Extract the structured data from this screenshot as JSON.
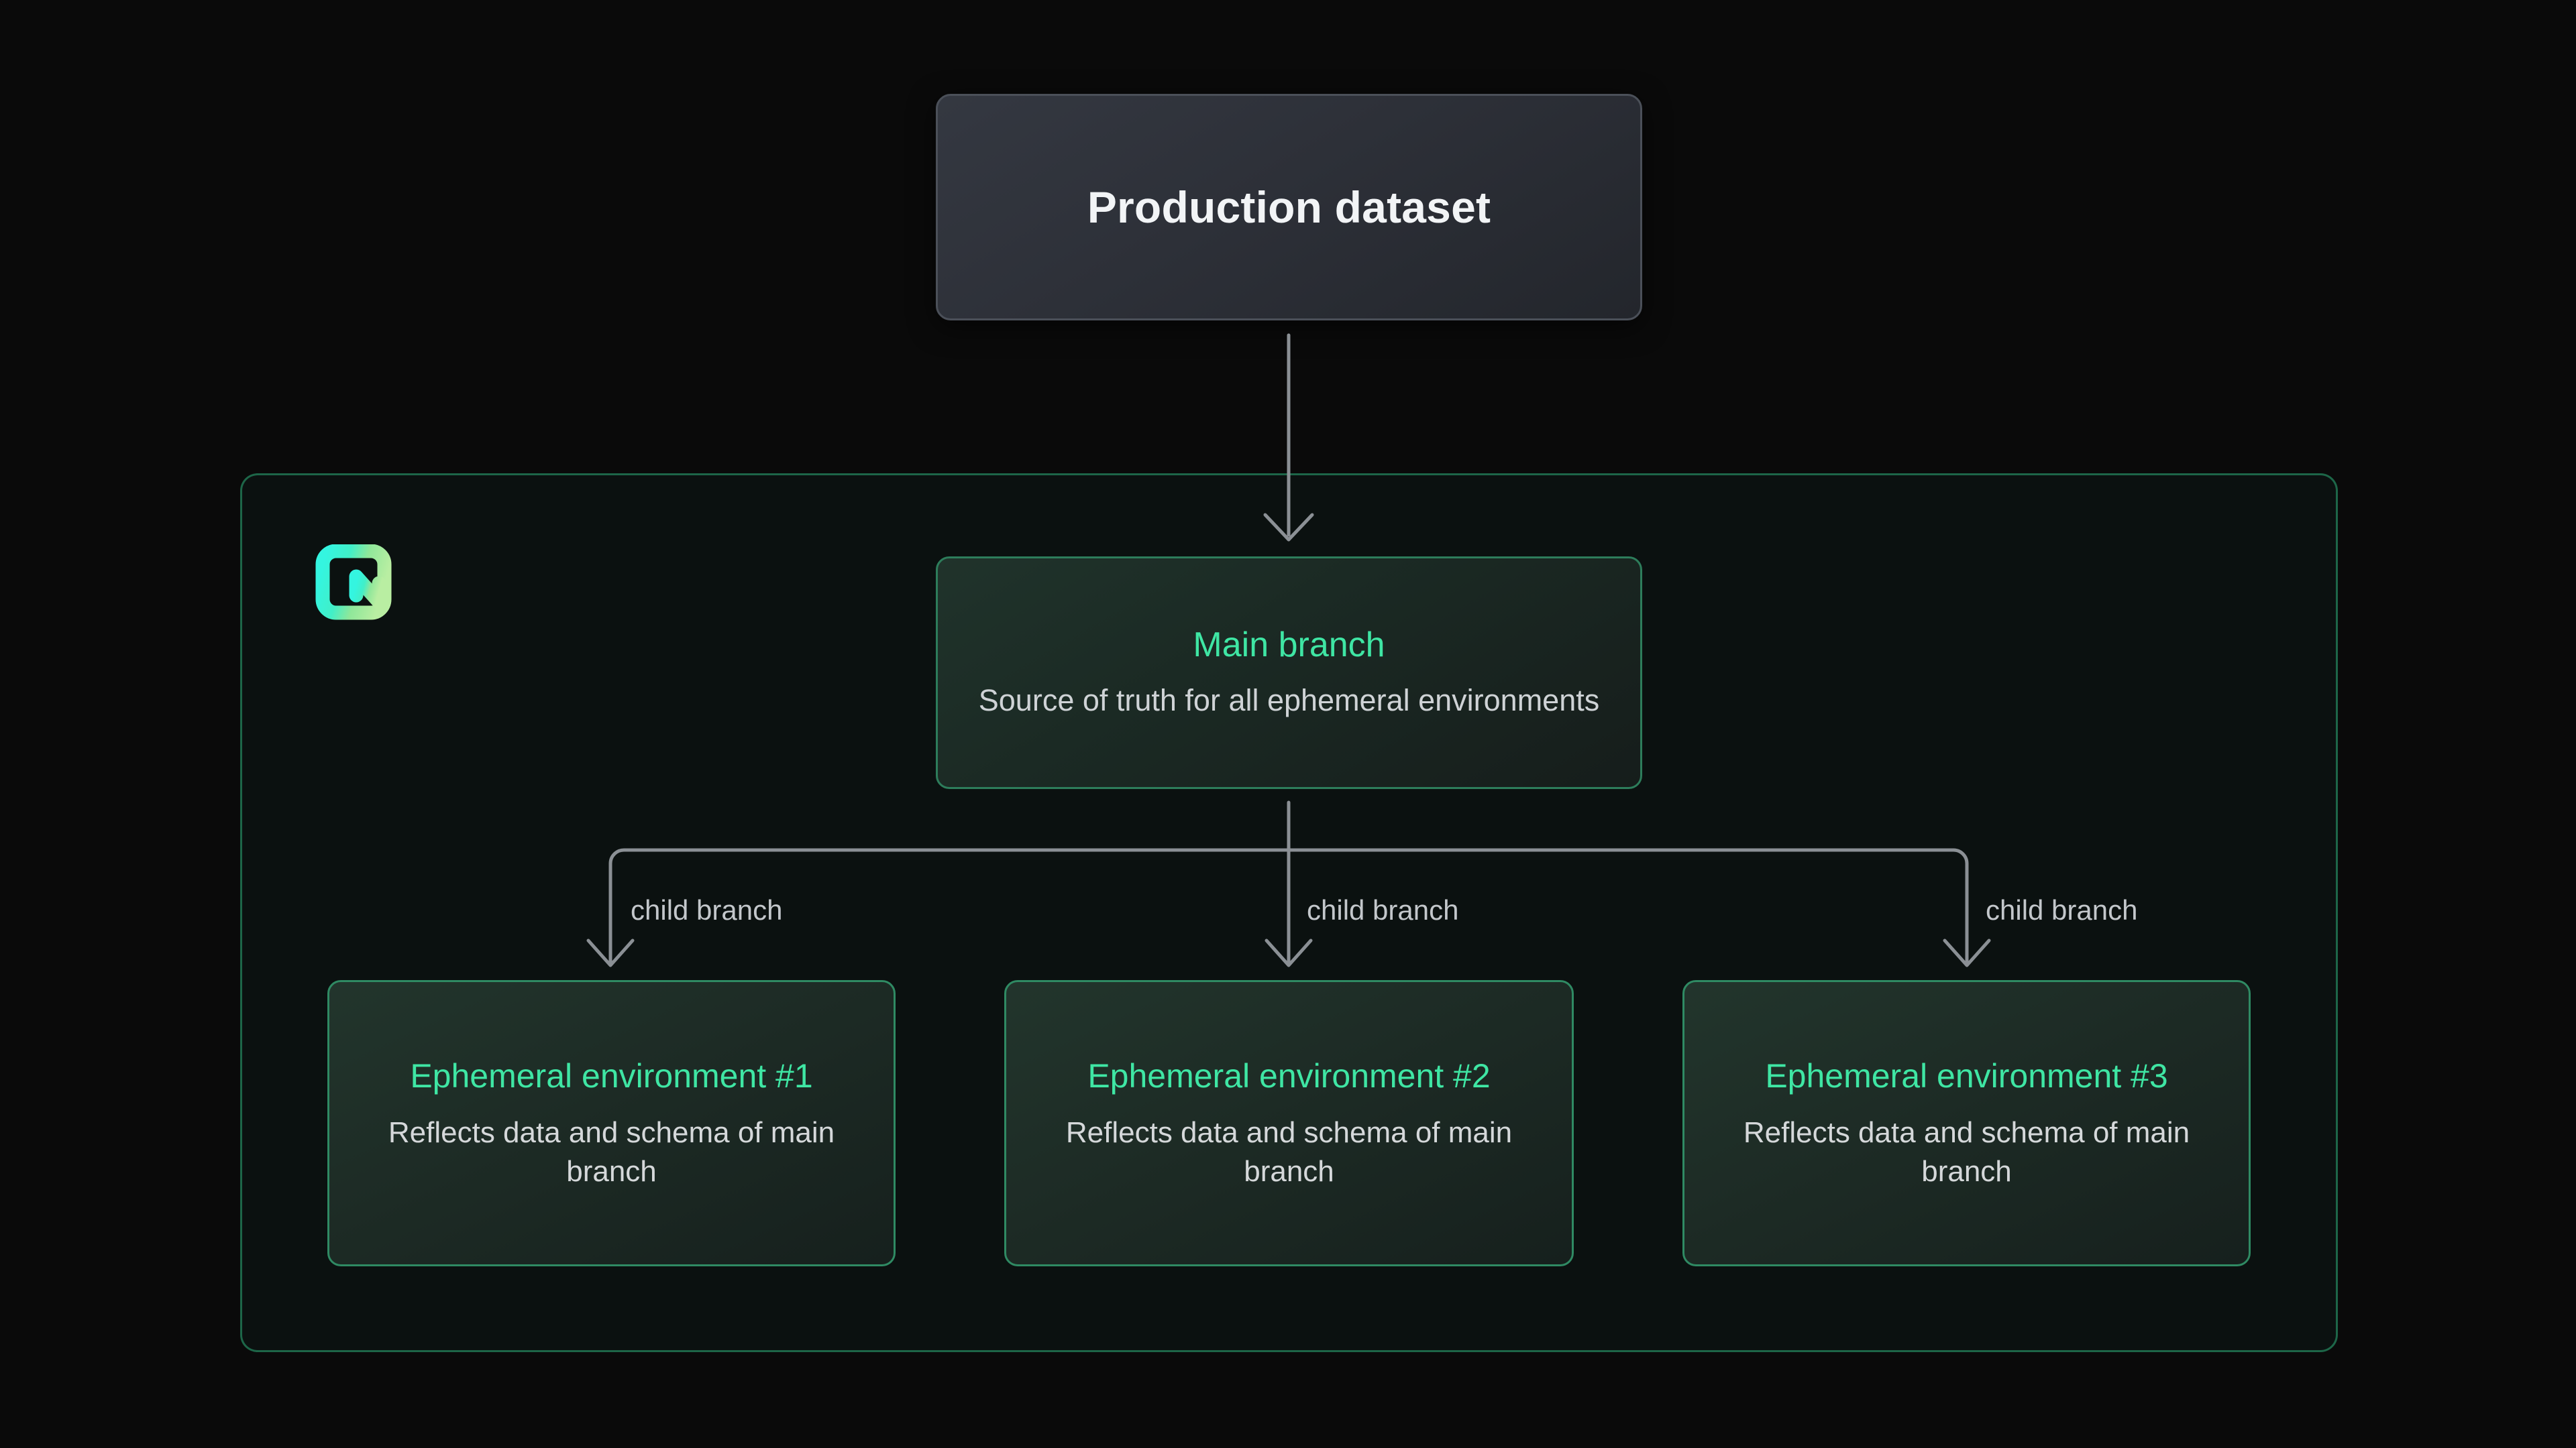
{
  "page": {
    "background": "#0a0a0a",
    "accent_green": "#3fe6a4",
    "border_green": "#2f8a63",
    "container_border": "#1f6b4c",
    "connector_gray": "#8b9095"
  },
  "source_node": {
    "title": "Production dataset",
    "border_color": "#4b5059",
    "fill_from": "#343841",
    "fill_to": "#23262c"
  },
  "container": {
    "logo_icon": "neon-logo-icon"
  },
  "main_node": {
    "title": "Main branch",
    "subtitle": "Source of truth for all ephemeral environments"
  },
  "edges": [
    {
      "label": "child branch"
    },
    {
      "label": "child branch"
    },
    {
      "label": "child branch"
    }
  ],
  "ephemeral_nodes": [
    {
      "title": "Ephemeral environment #1",
      "subtitle": "Reflects data and schema of main branch"
    },
    {
      "title": "Ephemeral environment #2",
      "subtitle": "Reflects data and schema of main branch"
    },
    {
      "title": "Ephemeral environment #3",
      "subtitle": "Reflects data and schema of main branch"
    }
  ]
}
